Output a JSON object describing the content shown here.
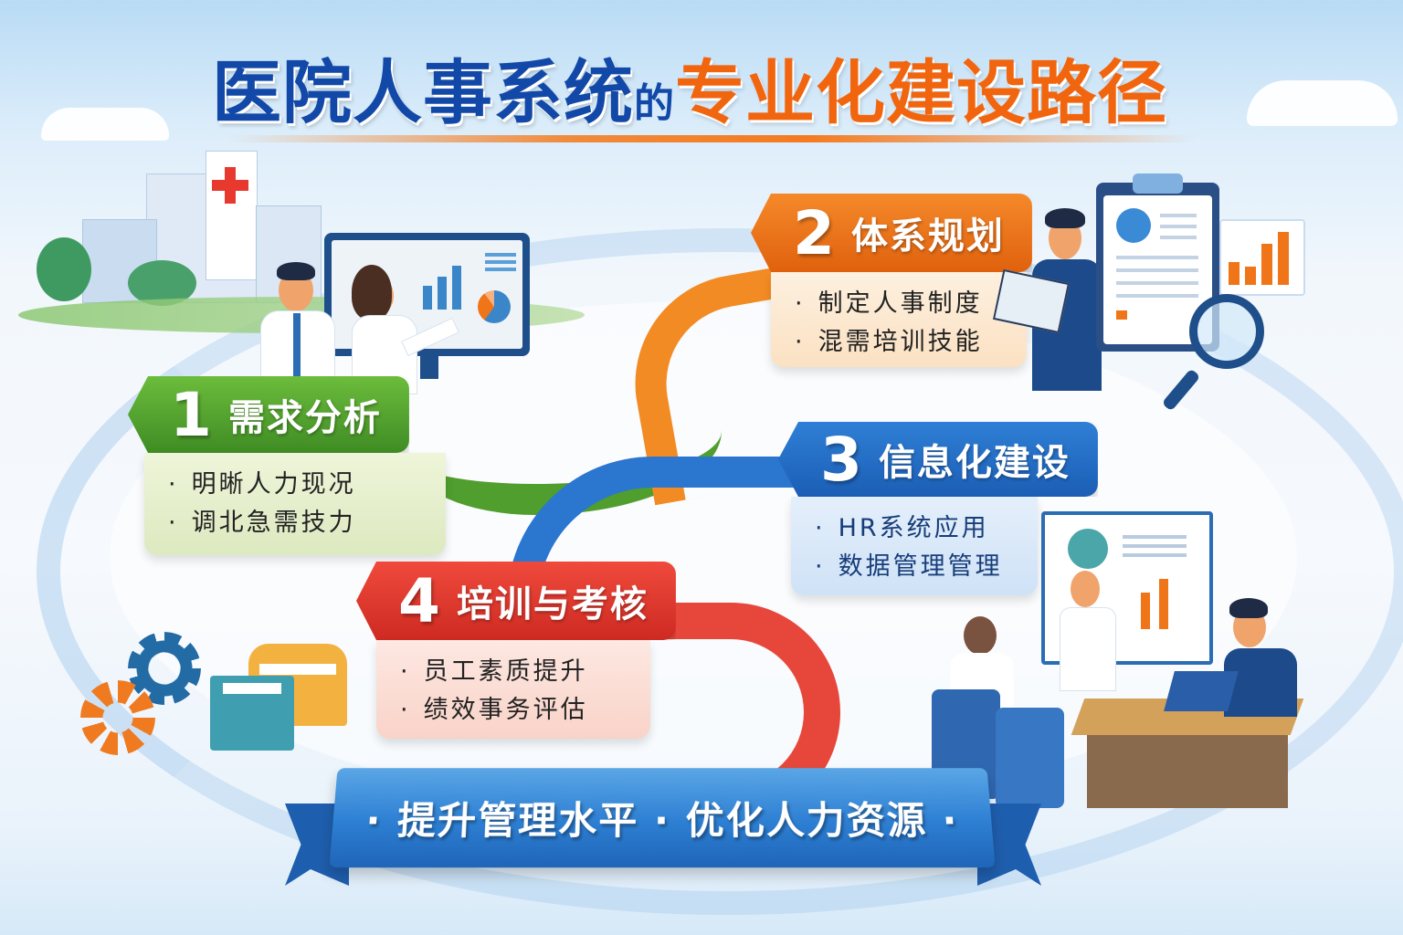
{
  "title": {
    "part1": "医院人事系统",
    "connector": "的",
    "part2": "专业化建设路径"
  },
  "colors": {
    "title_blue": "#1249a8",
    "title_orange": "#f2650f",
    "step1": "#5aa532",
    "step2": "#f07518",
    "step3": "#2466c4",
    "step4": "#e0372c",
    "banner": "#2d7fd3"
  },
  "steps": [
    {
      "number": "1",
      "label": "需求分析",
      "items": [
        "明晰人力现况",
        "调北急需技力"
      ]
    },
    {
      "number": "2",
      "label": "体系规划",
      "items": [
        "制定人事制度",
        "混需培训技能"
      ]
    },
    {
      "number": "3",
      "label": "信息化建设",
      "items": [
        "HR系统应用",
        "数据管理管理"
      ]
    },
    {
      "number": "4",
      "label": "培训与考核",
      "items": [
        "员工素质提升",
        "绩效事务评估"
      ]
    }
  ],
  "banner": {
    "left_dot": "·",
    "slogan1": "提升管理水平",
    "middle_dot": "·",
    "slogan2": "优化人力资源",
    "right_dot": "·"
  },
  "icons": [
    "hospital-building-icon",
    "red-cross-icon",
    "monitor-chart-icon",
    "clipboard-profile-icon",
    "magnifier-icon",
    "bar-chart-icon",
    "gear-icon",
    "folder-icon",
    "meeting-scene-icon"
  ]
}
